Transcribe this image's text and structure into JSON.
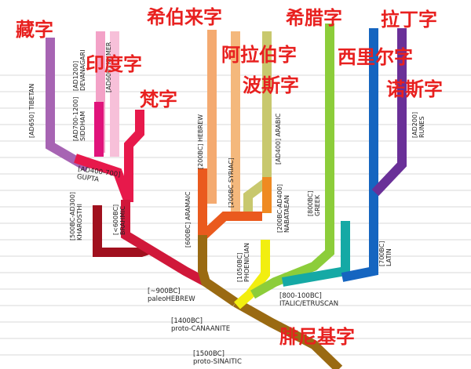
{
  "colors": {
    "tibetan": "#a764b3",
    "devanagari": "#f3a2c7",
    "siddham": "#e0137b",
    "khmer": "#f7c0d9",
    "gupta": "#e7194b",
    "kharosthi": "#a0101e",
    "brahmic": "#d0183a",
    "aramaic": "#ea5a1e",
    "hebrew": "#f4aa70",
    "syriac": "#f4b87c",
    "arabic": "#c8c86e",
    "nabataean": "#ef8a22",
    "paleo_hebrew": "#9a6a12",
    "phoenician": "#f2ee10",
    "greek": "#8ccd3a",
    "etruscan": "#15a9a5",
    "latin": "#1565c0",
    "runes": "#6a3098",
    "chinese_labels": "#e8201f"
  },
  "chinese_labels": {
    "tibetan": "藏字",
    "indic": "印度字",
    "sanskrit": "梵字",
    "hebrew": "希伯来字",
    "arabic": "阿拉伯字",
    "persian": "波斯字",
    "greek": "希腊字",
    "latin": "拉丁字",
    "cyrillic": "西里尔字",
    "norse": "诺斯字",
    "phoenician": "腓尼基字"
  },
  "labels": {
    "proto_sinaitic": [
      "[1500BC]",
      "proto-SINAITIC"
    ],
    "proto_canaanite": [
      "[1400BC]",
      "proto-CANAANITE"
    ],
    "paleo_hebrew": [
      "[~900BC]",
      "paleoHEBREW"
    ],
    "italic_etruscan": [
      "[800-100BC]",
      "ITALIC/ETRUSCAN"
    ],
    "gupta": [
      "[AD400-700]",
      "GUPTA"
    ]
  },
  "vlabels": {
    "tibetan": [
      "[AD650] TIBETAN"
    ],
    "devanagari": [
      "[AD1200]",
      "DEVANAGARI"
    ],
    "siddham": [
      "[AD700-1200]",
      "SIDDHAM"
    ],
    "khmer": [
      "[AD600] KHMER"
    ],
    "kharosthi": [
      "[500BC-AD300]",
      "KHAROSTHI"
    ],
    "brahmic": [
      "[<600BC]",
      "BRAHMIC"
    ],
    "aramaic": [
      "[600BC] ARAMAIC"
    ],
    "hebrew": [
      "[200BC] HEBREW"
    ],
    "syriac": [
      "[200BC SYRIAC]"
    ],
    "arabic": [
      "[AD400] ARABIC"
    ],
    "nabataean": [
      "[200BC-AD400]",
      "NABATAEAN"
    ],
    "phoenician": [
      "[1050BC]",
      "PHOENICIAN"
    ],
    "greek": [
      "[800BC]",
      "GREEK"
    ],
    "latin": [
      "[700BC]",
      "LATIN"
    ],
    "runes": [
      "[AD200]",
      "RUNES"
    ]
  }
}
